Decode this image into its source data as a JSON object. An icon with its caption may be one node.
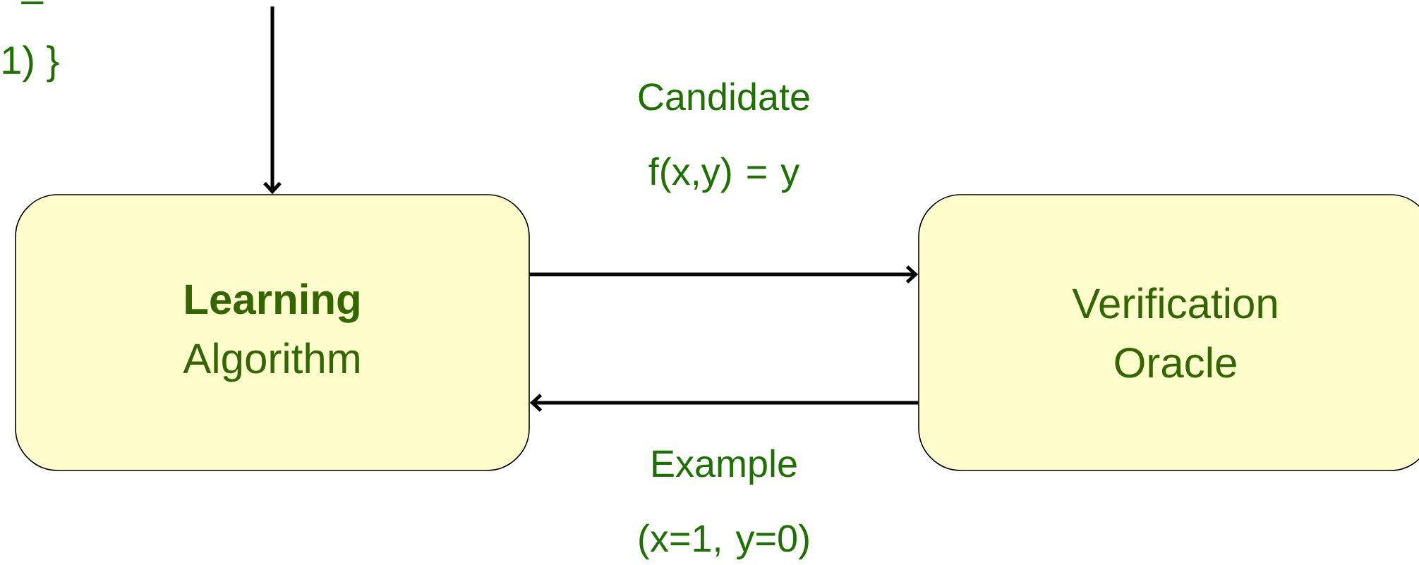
{
  "diagram": {
    "nodes": [
      {
        "text": [
          "**Learning** Algorithm"
        ]
      },
      {
        "text": [
          "Verification Oracle"
        ]
      }
    ],
    "edges": [
      {
        "from": null,
        "to": 0,
        "arrow": "to"
      },
      {
        "from": 0,
        "to": 1,
        "arrow": "to",
        "label": "Candidate f(x,y) = y"
      },
      {
        "from": 1,
        "to": 0,
        "arrow": "to",
        "label": "Example (x=1, y=0)"
      }
    ],
    "labels": [
      "–",
      "1) }"
    ]
  }
}
